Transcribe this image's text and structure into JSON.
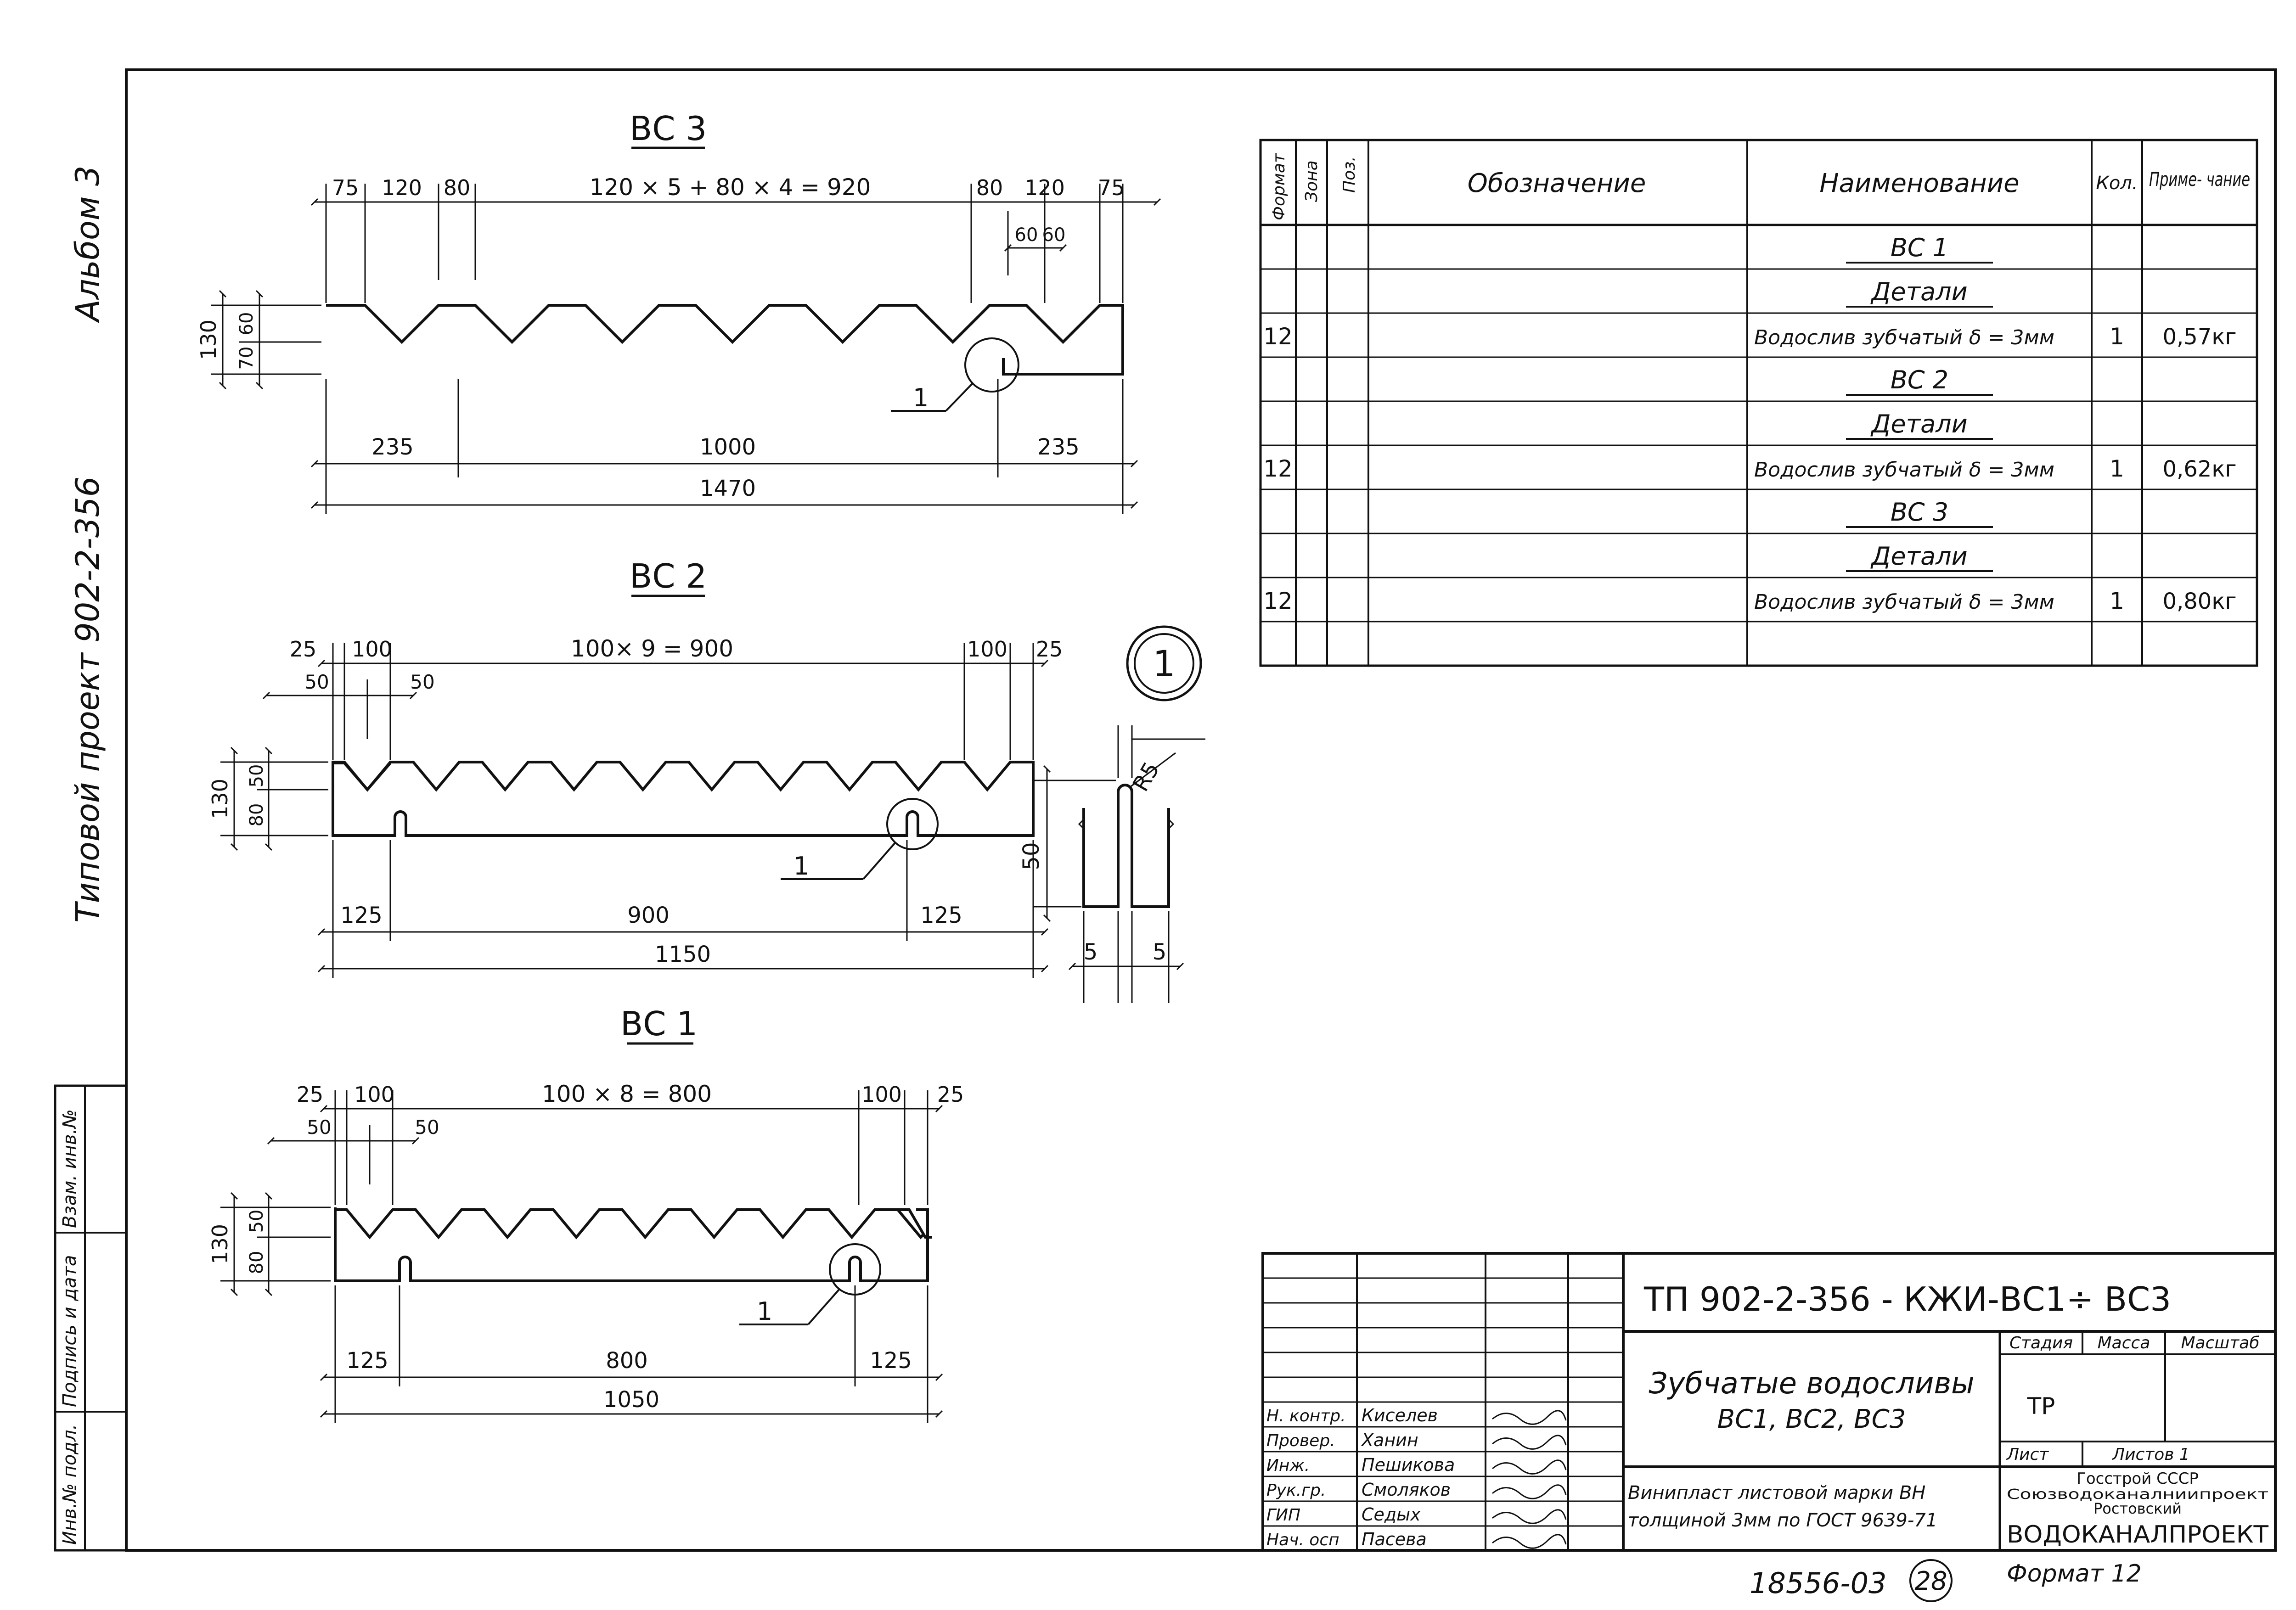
{
  "side_text": {
    "album": "Альбом 3",
    "project": "Типовой проект 902-2-356",
    "inv_vzam": "Взам. инв.№",
    "sign_date": "Подпись и дата",
    "inv_podl": "Инв.№ подл."
  },
  "drawings": {
    "vc3": {
      "title": "ВС 3",
      "top_dims": [
        "75",
        "120",
        "80",
        "120 × 5 + 80 × 4 = 920",
        "80",
        "120",
        "75"
      ],
      "sub_dims": [
        "60",
        "60"
      ],
      "height_dims": [
        "130",
        "70",
        "60"
      ],
      "bottom_dims": [
        "235",
        "1000",
        "235"
      ],
      "total": "1470",
      "leader": "1"
    },
    "vc2": {
      "title": "ВС 2",
      "top_dims": [
        "25",
        "100",
        "100× 9 = 900",
        "100",
        "25"
      ],
      "sub_dims": [
        "50",
        "50"
      ],
      "height_dims": [
        "130",
        "80",
        "50"
      ],
      "bottom_dims": [
        "125",
        "900",
        "125"
      ],
      "total": "1150",
      "leader": "1"
    },
    "vc1": {
      "title": "ВС 1",
      "top_dims": [
        "25",
        "100",
        "100 × 8 = 800",
        "100",
        "25"
      ],
      "sub_dims": [
        "50",
        "50"
      ],
      "height_dims": [
        "130",
        "80",
        "50"
      ],
      "bottom_dims": [
        "125",
        "800",
        "125"
      ],
      "total": "1050",
      "leader": "1"
    },
    "detail": {
      "marker": "1",
      "radius": "R5",
      "height": "50",
      "widths": [
        "5",
        "5"
      ]
    }
  },
  "spec_table": {
    "headers": [
      "Формат",
      "Зона",
      "Поз.",
      "Обозначение",
      "Наименование",
      "Кол.",
      "Приме- чание"
    ],
    "rows": [
      {
        "format": "",
        "name": "ВС 1",
        "qty": "",
        "note": "",
        "underline": true
      },
      {
        "format": "",
        "name": "Детали",
        "qty": "",
        "note": "",
        "underline": true
      },
      {
        "format": "12",
        "name": "Водослив зубчатый  δ = 3мм",
        "qty": "1",
        "note": "0,57кг",
        "underline": false
      },
      {
        "format": "",
        "name": "ВС 2",
        "qty": "",
        "note": "",
        "underline": true
      },
      {
        "format": "",
        "name": "Детали",
        "qty": "",
        "note": "",
        "underline": true
      },
      {
        "format": "12",
        "name": "Водослив зубчатый  δ = 3мм",
        "qty": "1",
        "note": "0,62кг",
        "underline": false
      },
      {
        "format": "",
        "name": "ВС 3",
        "qty": "",
        "note": "",
        "underline": true
      },
      {
        "format": "",
        "name": "Детали",
        "qty": "",
        "note": "",
        "underline": true
      },
      {
        "format": "12",
        "name": "Водослив зубчатый  δ = 3мм",
        "qty": "1",
        "note": "0,80кг",
        "underline": false
      },
      {
        "format": "",
        "name": "",
        "qty": "",
        "note": "",
        "underline": false
      }
    ]
  },
  "title_block": {
    "code": "ТП 902-2-356  -  КЖИ-ВС1÷ ВС3",
    "name_line1": "Зубчатые водосливы",
    "name_line2": "ВС1, ВС2, ВС3",
    "material_line1": "Винипласт листовой марки ВН",
    "material_line2": "толщиной 3мм по ГОСТ 9639-71",
    "stage_label": "Стадия",
    "mass_label": "Масса",
    "scale_label": "Масштаб",
    "stage_value": "ТР",
    "sheet_label": "Лист",
    "sheets_label": "Листов  1",
    "org_line1": "Госстрой СССР",
    "org_line2": "Союзводоканалниипроект",
    "org_line3": "Ростовский",
    "org_line4": "ВОДОКАНАЛПРОЕКТ",
    "staff": [
      {
        "role": "Н. контр.",
        "name": "Киселев"
      },
      {
        "role": "Провер.",
        "name": "Ханин"
      },
      {
        "role": "Инж.",
        "name": "Пешикова"
      },
      {
        "role": "Рук.гр.",
        "name": "Смоляков"
      },
      {
        "role": "ГИП",
        "name": "Седых"
      },
      {
        "role": "Нач. осп",
        "name": "Пасева"
      }
    ]
  },
  "footer": {
    "inventory": "18556-03",
    "page_number": "28",
    "format": "Формат 12"
  }
}
